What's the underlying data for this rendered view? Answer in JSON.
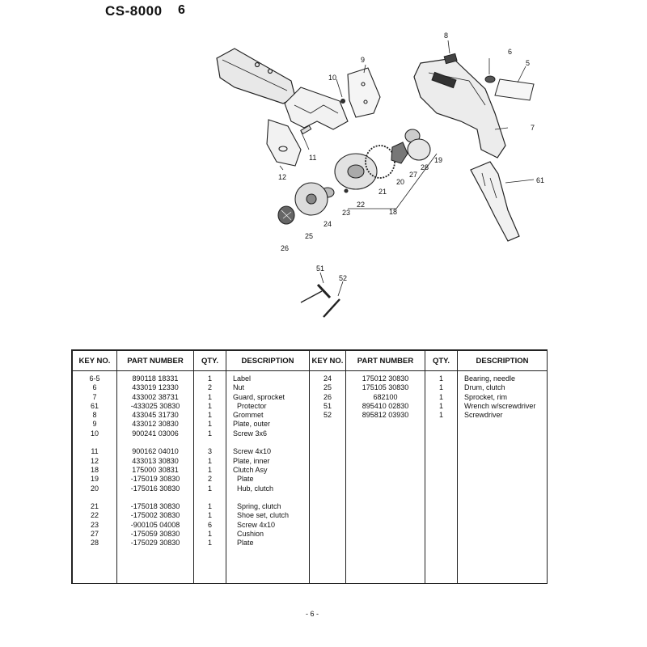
{
  "header": {
    "model": "CS-8000",
    "page": "6"
  },
  "diagram": {
    "callouts": [
      "8",
      "9",
      "6",
      "5",
      "10",
      "7",
      "11",
      "12",
      "19",
      "28",
      "27",
      "20",
      "21",
      "22",
      "23",
      "18",
      "24",
      "25",
      "26",
      "61",
      "51",
      "52"
    ]
  },
  "table": {
    "headers": [
      "KEY NO.",
      "PART NUMBER",
      "QTY.",
      "DESCRIPTION",
      "KEY NO.",
      "PART NUMBER",
      "QTY.",
      "DESCRIPTION"
    ],
    "left_groups": [
      [
        {
          "key": "6-5",
          "part": "890118 18331",
          "qty": "1",
          "desc": "Label"
        },
        {
          "key": "6",
          "part": "433019 12330",
          "qty": "2",
          "desc": "Nut"
        },
        {
          "key": "7",
          "part": "433002 38731",
          "qty": "1",
          "desc": "Guard, sprocket"
        },
        {
          "key": "61",
          "part": "-433025 30830",
          "qty": "1",
          "desc": "  Protector"
        },
        {
          "key": "8",
          "part": "433045 31730",
          "qty": "1",
          "desc": "Grommet"
        },
        {
          "key": "9",
          "part": "433012 30830",
          "qty": "1",
          "desc": "Plate, outer"
        },
        {
          "key": "10",
          "part": "900241 03006",
          "qty": "1",
          "desc": "Screw 3x6"
        }
      ],
      [
        {
          "key": "11",
          "part": "900162 04010",
          "qty": "3",
          "desc": "Screw 4x10"
        },
        {
          "key": "12",
          "part": "433013 30830",
          "qty": "1",
          "desc": "Plate, inner"
        },
        {
          "key": "18",
          "part": "175000 30831",
          "qty": "1",
          "desc": "Clutch Asy"
        },
        {
          "key": "19",
          "part": "-175019 30830",
          "qty": "2",
          "desc": "  Plate"
        },
        {
          "key": "20",
          "part": "-175016 30830",
          "qty": "1",
          "desc": "  Hub, clutch"
        }
      ],
      [
        {
          "key": "21",
          "part": "-175018 30830",
          "qty": "1",
          "desc": "  Spring, clutch"
        },
        {
          "key": "22",
          "part": "-175002 30830",
          "qty": "1",
          "desc": "  Shoe set, clutch"
        },
        {
          "key": "23",
          "part": "-900105 04008",
          "qty": "6",
          "desc": "  Screw 4x10"
        },
        {
          "key": "27",
          "part": "-175059 30830",
          "qty": "1",
          "desc": "  Cushion"
        },
        {
          "key": "28",
          "part": "-175029 30830",
          "qty": "1",
          "desc": "  Plate"
        }
      ]
    ],
    "right_rows": [
      {
        "key": "24",
        "part": "175012 30830",
        "qty": "1",
        "desc": "Bearing, needle"
      },
      {
        "key": "25",
        "part": "175105 30830",
        "qty": "1",
        "desc": "Drum, clutch"
      },
      {
        "key": "26",
        "part": "682100",
        "qty": "1",
        "desc": "Sprocket, rim"
      },
      {
        "key": "51",
        "part": "895410 02830",
        "qty": "1",
        "desc": "Wrench w/screwdriver"
      },
      {
        "key": "52",
        "part": "895812 03930",
        "qty": "1",
        "desc": "Screwdriver"
      }
    ]
  },
  "footer": {
    "page_marker": "- 6 -"
  }
}
